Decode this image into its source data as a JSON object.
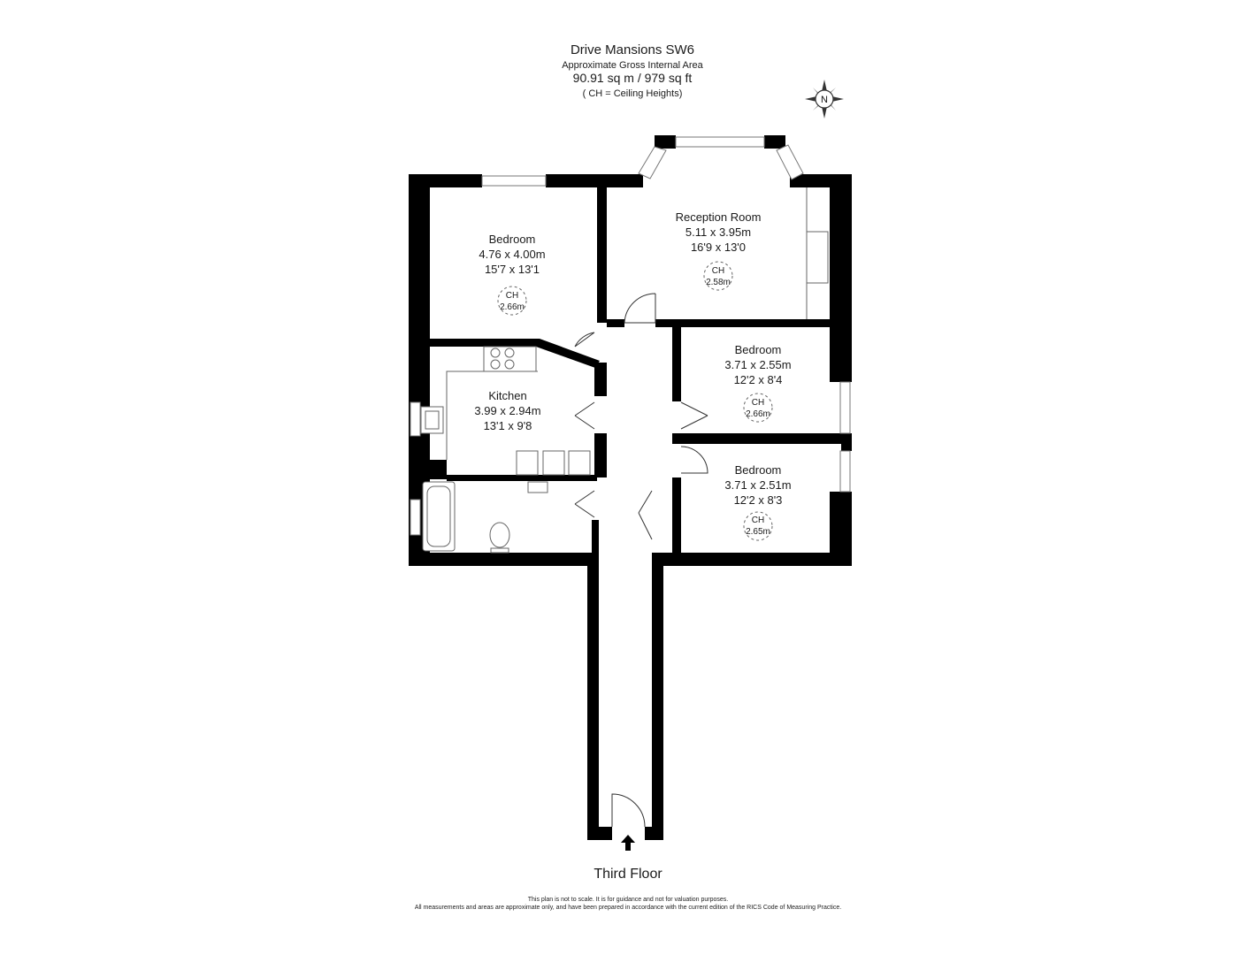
{
  "header": {
    "title": "Drive Mansions SW6",
    "subtitle": "Approximate Gross Internal Area",
    "area": "90.91 sq m / 979 sq ft",
    "ch_note": "( CH = Ceiling Heights)"
  },
  "compass": {
    "label": "N"
  },
  "rooms": [
    {
      "name": "Bedroom",
      "metric": "4.76 x 4.00m",
      "imperial": "15'7 x 13'1",
      "ch_label": "CH",
      "ch_value": "2.66m"
    },
    {
      "name": "Reception Room",
      "metric": "5.11 x 3.95m",
      "imperial": "16'9 x 13'0",
      "ch_label": "CH",
      "ch_value": "2.58m"
    },
    {
      "name": "Kitchen",
      "metric": "3.99 x 2.94m",
      "imperial": "13'1 x 9'8"
    },
    {
      "name": "Bedroom",
      "metric": "3.71 x 2.55m",
      "imperial": "12'2 x 8'4",
      "ch_label": "CH",
      "ch_value": "2.66m"
    },
    {
      "name": "Bedroom",
      "metric": "3.71 x 2.51m",
      "imperial": "12'2 x 8'3",
      "ch_label": "CH",
      "ch_value": "2.65m"
    }
  ],
  "floor_label": "Third Floor",
  "disclaimer": {
    "line1": "This plan is not to scale. It is for guidance and not for valuation purposes.",
    "line2": "All measurements and areas are approximate only, and have been prepared in accordance with the current edition of the RICS Code of Measuring Practice."
  },
  "colors": {
    "wall": "#000000",
    "fixture": "#777777",
    "background": "#ffffff"
  }
}
